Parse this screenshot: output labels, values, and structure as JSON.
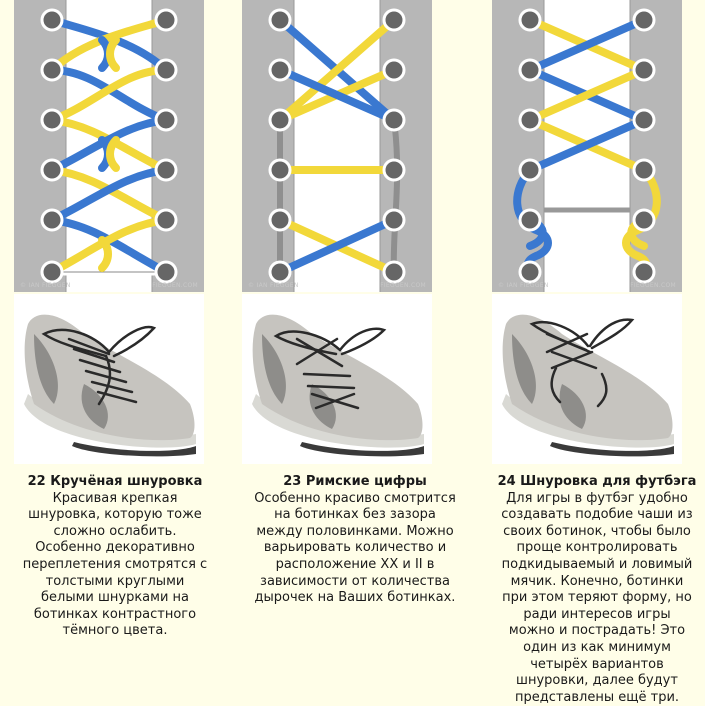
{
  "colors": {
    "page_background": "#fffee8",
    "lace_blue": "#3a78d0",
    "lace_yellow": "#f2d83a",
    "shoe_panel": "#b7b7b7",
    "eyelet_ring": "#ffffff"
  },
  "items": [
    {
      "number_title": "22 Кручёная шнуровка",
      "description": "Красивая крепкая шнуровка, которую тоже сложно ослабить. Особенно декоративно переплетения смотрятся с толстыми круглыми белыми шнурками на ботинках контрастного тёмного цвета.",
      "watermark_left": "© IAN FIEGGEN",
      "watermark_right": "FIEGGEN.COM"
    },
    {
      "number_title": "23 Римские цифры",
      "description": "Особенно красиво смотрится на ботинках без зазора между половинками. Можно варьировать количество и расположение XX и II в зависимости от количества дырочек на Ваших ботинках.",
      "watermark_left": "© IAN FIEGGEN",
      "watermark_right": "FIEGGEN.COM"
    },
    {
      "number_title": "24 Шнуровка для футбэга",
      "description": "Для игры в футбэг удобно создавать подобие чаши из своих ботинок, чтобы было проще контролировать подкидываемый и ловимый мячик. Конечно, ботинки при этом теряют форму, но ради интересов игры можно и пострадать! Это один из как минимум четырёх вариантов шнуровки, далее будут представлены ещё три.",
      "watermark_left": "© IAN FIEGGEN",
      "watermark_right": "FIEGGEN.COM"
    }
  ]
}
